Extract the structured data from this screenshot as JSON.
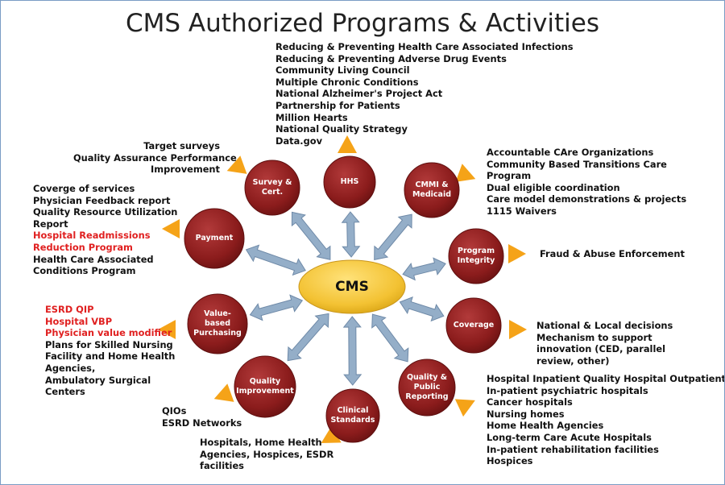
{
  "title": "CMS Authorized Programs & Activities",
  "center": "CMS",
  "colors": {
    "node": "#8b1c1c",
    "center": "#f3c233",
    "arrow": "#94aec8",
    "pointer": "#f5a318",
    "highlight": "#e02020"
  },
  "nodes": [
    {
      "id": "hhs",
      "lines": [
        "HHS"
      ]
    },
    {
      "id": "cmmi",
      "lines": [
        "CMMI &",
        "Medicaid"
      ]
    },
    {
      "id": "program-integrity",
      "lines": [
        "Program",
        "Integrity"
      ]
    },
    {
      "id": "coverage",
      "lines": [
        "Coverage"
      ]
    },
    {
      "id": "quality-public-reporting",
      "lines": [
        "Quality &",
        "Public",
        "Reporting"
      ]
    },
    {
      "id": "clinical-standards",
      "lines": [
        "Clinical",
        "Standards"
      ]
    },
    {
      "id": "quality-improvement",
      "lines": [
        "Quality",
        "Improvement"
      ]
    },
    {
      "id": "value-based-purchasing",
      "lines": [
        "Value-",
        "based",
        "Purchasing"
      ]
    },
    {
      "id": "payment",
      "lines": [
        "Payment"
      ]
    },
    {
      "id": "survey-cert",
      "lines": [
        "Survey &",
        "Cert."
      ]
    }
  ],
  "texts": {
    "hhs": [
      "Reducing & Preventing Health Care Associated Infections",
      "Reducing & Preventing Adverse Drug Events",
      "Community Living Council",
      "Multiple Chronic Conditions",
      "National Alzheimer's Project Act",
      "Partnership for Patients",
      "Million Hearts",
      "National Quality Strategy",
      "Data.gov"
    ],
    "survey": [
      "Target surveys",
      "Quality Assurance Performance",
      "Improvement"
    ],
    "cmmi": [
      "Accountable CAre Organizations",
      "Community Based Transitions Care",
      "Program",
      "Dual eligible coordination",
      "Care model demonstrations & projects",
      "1115 Waivers"
    ],
    "payment": [
      {
        "text": "Coverge of services",
        "red": false
      },
      {
        "text": "Physician Feedback report",
        "red": false
      },
      {
        "text": "Quality Resource Utilization",
        "red": false
      },
      {
        "text": "Report",
        "red": false
      },
      {
        "text": "Hospital Readmissions",
        "red": true
      },
      {
        "text": "Reduction Program",
        "red": true
      },
      {
        "text": "Health Care Associated",
        "red": false
      },
      {
        "text": "Conditions Program",
        "red": false
      }
    ],
    "integrity": [
      "Fraud & Abuse Enforcement"
    ],
    "vbp": [
      {
        "text": "ESRD QIP",
        "red": true
      },
      {
        "text": "Hospital VBP",
        "red": true
      },
      {
        "text": "Physician value modifier",
        "red": true
      },
      {
        "text": "Plans for Skilled Nursing",
        "red": false
      },
      {
        "text": "Facility and Home Health",
        "red": false
      },
      {
        "text": "Agencies,",
        "red": false
      },
      {
        "text": "Ambulatory Surgical",
        "red": false
      },
      {
        "text": "Centers",
        "red": false
      }
    ],
    "coverage": [
      "National & Local decisions",
      "Mechanism to support",
      "innovation (CED, parallel",
      "review, other)"
    ],
    "reporting": [
      "Hospital Inpatient Quality Hospital Outpatient",
      "In-patient psychiatric hospitals",
      "Cancer hospitals",
      "Nursing homes",
      "Home Health Agencies",
      "Long-term Care Acute Hospitals",
      "In-patient rehabilitation facilities",
      "Hospices"
    ],
    "qio": [
      "QIOs",
      "ESRD Networks"
    ],
    "clinical": [
      "Hospitals, Home Health",
      "Agencies, Hospices, ESDR",
      "facilities"
    ]
  }
}
